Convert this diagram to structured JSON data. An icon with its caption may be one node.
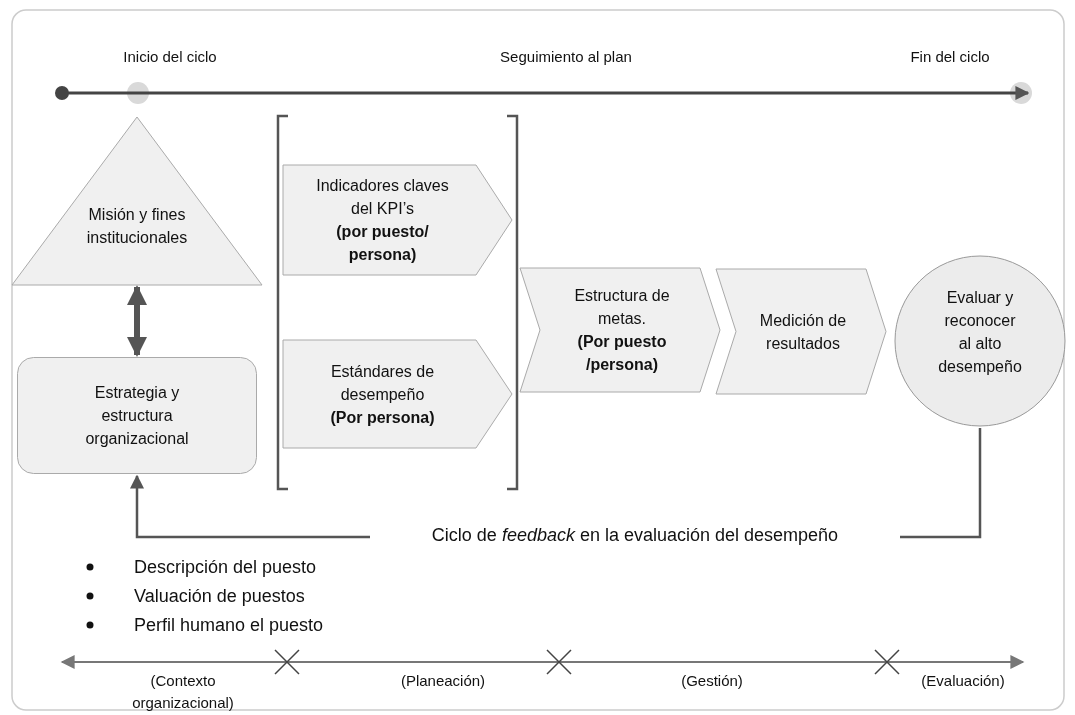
{
  "diagram": {
    "nodes": [
      {
        "text": [
          "Misión y fines institucionales"
        ]
      },
      {
        "text": [
          "Estrategia y estructura organizacional"
        ]
      },
      {
        "text": [
          "Indicadores claves del KPI’s",
          "(por puesto/ persona)"
        ]
      },
      {
        "text": [
          "Estándares de desempeño",
          "(Por persona)"
        ]
      },
      {
        "text": [
          "Estructura de metas.",
          "(Por puesto /persona)"
        ]
      },
      {
        "text": [
          "Medición de resultados"
        ]
      },
      {
        "text": [
          "Evaluar y reconocer al alto desempeño"
        ]
      }
    ],
    "edges": [
      {
        "from": 0,
        "to": 1,
        "arrow": "both",
        "style": "thick"
      },
      {
        "from": 6,
        "to": 1,
        "arrow": "to",
        "label": "Ciclo de *feedback* en la evaluación del desempeño"
      }
    ],
    "labels": [
      "Inicio del ciclo",
      "Seguimiento al plan",
      "Fin del ciclo",
      "Descripción del puesto",
      "Valuación de puestos",
      "Perfil humano el puesto",
      "(Contexto organizacional)",
      "(Planeación)",
      "(Gestión)",
      "(Evaluación)"
    ]
  }
}
